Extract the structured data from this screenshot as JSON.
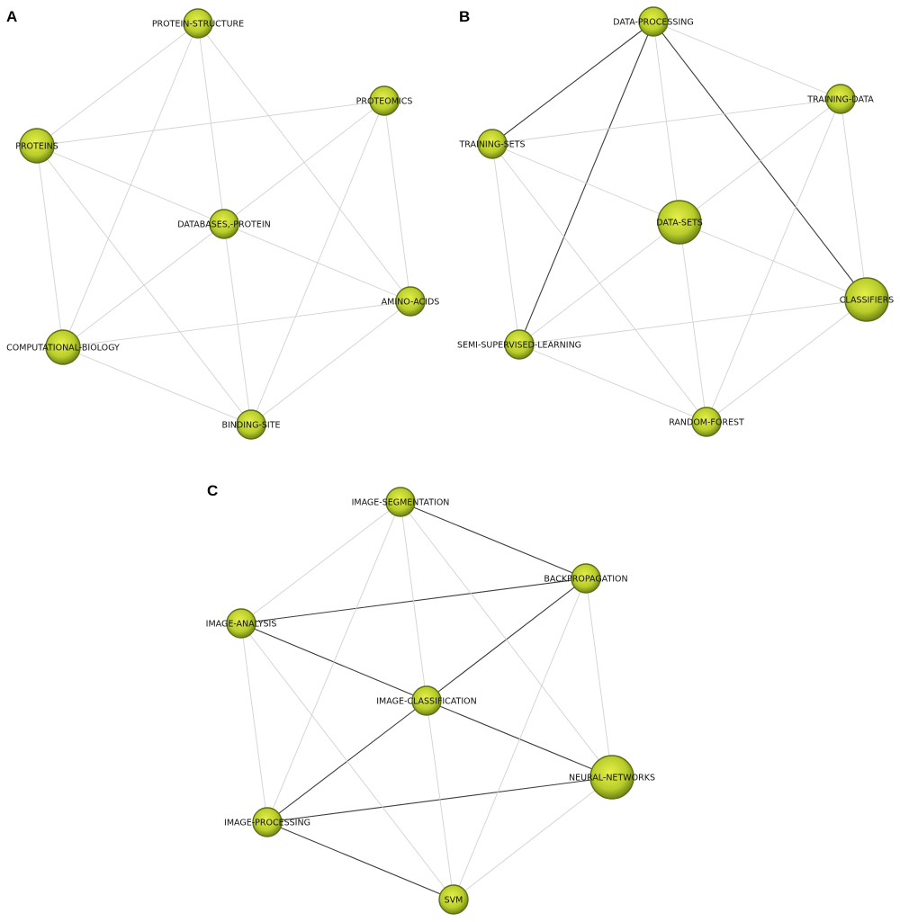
{
  "colors": {
    "node_fill_center": "#e6f04a",
    "node_fill_mid": "#b8cc2a",
    "node_fill_edge": "#6f8418",
    "node_stroke": "#5d6e14",
    "edge_weak": "#d2d2d2",
    "edge_strong": "#3c3c3c",
    "label": "#111111",
    "background": "#ffffff"
  },
  "panels": [
    {
      "letter": "A",
      "nodes": [
        {
          "id": "protein-structure",
          "label": "PROTEIN-STRUCTURE",
          "size": "small"
        },
        {
          "id": "proteomics",
          "label": "PROTEOMICS",
          "size": "small"
        },
        {
          "id": "proteins",
          "label": "PROTEINS",
          "size": "medium"
        },
        {
          "id": "databases-protein",
          "label": "DATABASES,-PROTEIN",
          "size": "small"
        },
        {
          "id": "amino-acids",
          "label": "AMINO-ACIDS",
          "size": "small"
        },
        {
          "id": "computational-biology",
          "label": "COMPUTATIONAL-BIOLOGY",
          "size": "medium"
        },
        {
          "id": "binding-site",
          "label": "BINDING-SITE",
          "size": "small"
        }
      ],
      "edges": [
        [
          "protein-structure",
          "proteins",
          "weak"
        ],
        [
          "protein-structure",
          "databases-protein",
          "weak"
        ],
        [
          "protein-structure",
          "amino-acids",
          "weak"
        ],
        [
          "protein-structure",
          "computational-biology",
          "weak"
        ],
        [
          "proteins",
          "proteomics",
          "weak"
        ],
        [
          "proteins",
          "databases-protein",
          "weak"
        ],
        [
          "proteins",
          "computational-biology",
          "weak"
        ],
        [
          "proteins",
          "binding-site",
          "weak"
        ],
        [
          "proteomics",
          "databases-protein",
          "weak"
        ],
        [
          "proteomics",
          "amino-acids",
          "weak"
        ],
        [
          "proteomics",
          "binding-site",
          "weak"
        ],
        [
          "databases-protein",
          "amino-acids",
          "weak"
        ],
        [
          "databases-protein",
          "computational-biology",
          "weak"
        ],
        [
          "databases-protein",
          "binding-site",
          "weak"
        ],
        [
          "computational-biology",
          "amino-acids",
          "weak"
        ],
        [
          "computational-biology",
          "binding-site",
          "weak"
        ],
        [
          "amino-acids",
          "binding-site",
          "weak"
        ]
      ]
    },
    {
      "letter": "B",
      "nodes": [
        {
          "id": "data-processing",
          "label": "DATA-PROCESSING",
          "size": "small"
        },
        {
          "id": "training-data",
          "label": "TRAINING-DATA",
          "size": "small"
        },
        {
          "id": "training-sets",
          "label": "TRAINING-SETS",
          "size": "small"
        },
        {
          "id": "data-sets",
          "label": "DATA-SETS",
          "size": "large"
        },
        {
          "id": "classifiers",
          "label": "CLASSIFIERS",
          "size": "large"
        },
        {
          "id": "semi-supervised-learning",
          "label": "SEMI-SUPERVISED-LEARNING",
          "size": "small"
        },
        {
          "id": "random-forest",
          "label": "RANDOM-FOREST",
          "size": "small"
        }
      ],
      "edges": [
        [
          "data-processing",
          "training-sets",
          "strong"
        ],
        [
          "data-processing",
          "semi-supervised-learning",
          "strong"
        ],
        [
          "data-processing",
          "classifiers",
          "strong"
        ],
        [
          "data-processing",
          "training-data",
          "weak"
        ],
        [
          "data-processing",
          "data-sets",
          "weak"
        ],
        [
          "training-sets",
          "training-data",
          "weak"
        ],
        [
          "training-sets",
          "data-sets",
          "weak"
        ],
        [
          "training-sets",
          "semi-supervised-learning",
          "weak"
        ],
        [
          "training-sets",
          "random-forest",
          "weak"
        ],
        [
          "training-data",
          "data-sets",
          "weak"
        ],
        [
          "training-data",
          "classifiers",
          "weak"
        ],
        [
          "training-data",
          "random-forest",
          "weak"
        ],
        [
          "data-sets",
          "classifiers",
          "weak"
        ],
        [
          "data-sets",
          "semi-supervised-learning",
          "weak"
        ],
        [
          "data-sets",
          "random-forest",
          "weak"
        ],
        [
          "semi-supervised-learning",
          "classifiers",
          "weak"
        ],
        [
          "semi-supervised-learning",
          "random-forest",
          "weak"
        ],
        [
          "random-forest",
          "classifiers",
          "weak"
        ]
      ]
    },
    {
      "letter": "C",
      "nodes": [
        {
          "id": "image-segmentation",
          "label": "IMAGE-SEGMENTATION",
          "size": "small"
        },
        {
          "id": "backpropagation",
          "label": "BACKPROPAGATION",
          "size": "small"
        },
        {
          "id": "image-analysis",
          "label": "IMAGE-ANALYSIS",
          "size": "small"
        },
        {
          "id": "image-classification",
          "label": "IMAGE-CLASSIFICATION",
          "size": "small"
        },
        {
          "id": "neural-networks",
          "label": "NEURAL-NETWORKS",
          "size": "large"
        },
        {
          "id": "image-processing",
          "label": "IMAGE-PROCESSING",
          "size": "small"
        },
        {
          "id": "svm",
          "label": "SVM",
          "size": "small"
        }
      ],
      "edges": [
        [
          "image-segmentation",
          "backpropagation",
          "strong"
        ],
        [
          "image-analysis",
          "backpropagation",
          "strong"
        ],
        [
          "image-analysis",
          "image-classification",
          "strong"
        ],
        [
          "image-classification",
          "backpropagation",
          "strong"
        ],
        [
          "image-classification",
          "neural-networks",
          "strong"
        ],
        [
          "image-classification",
          "image-processing",
          "strong"
        ],
        [
          "image-processing",
          "neural-networks",
          "strong"
        ],
        [
          "image-processing",
          "svm",
          "strong"
        ],
        [
          "image-segmentation",
          "image-analysis",
          "weak"
        ],
        [
          "image-segmentation",
          "image-classification",
          "weak"
        ],
        [
          "image-segmentation",
          "neural-networks",
          "weak"
        ],
        [
          "image-segmentation",
          "image-processing",
          "weak"
        ],
        [
          "image-analysis",
          "image-processing",
          "weak"
        ],
        [
          "image-analysis",
          "svm",
          "weak"
        ],
        [
          "backpropagation",
          "neural-networks",
          "weak"
        ],
        [
          "backpropagation",
          "svm",
          "weak"
        ],
        [
          "image-classification",
          "svm",
          "weak"
        ],
        [
          "neural-networks",
          "svm",
          "weak"
        ]
      ]
    }
  ]
}
